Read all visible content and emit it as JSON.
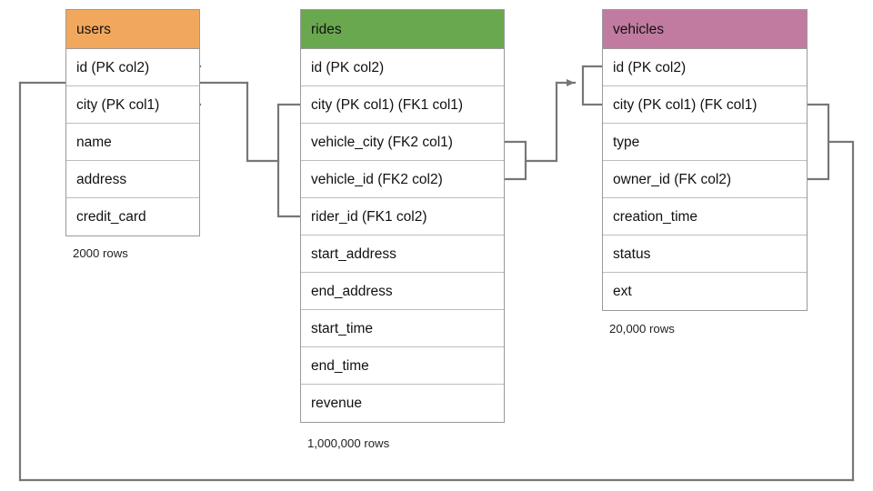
{
  "diagram": {
    "kind": "entity-relationship-diagram",
    "background": "#ffffff",
    "line_color": "#777777",
    "border_color": "#9a9a9a"
  },
  "entities": [
    {
      "name": "users",
      "header_color": "#f2a85c",
      "row_count_label": "2000 rows",
      "fields": [
        {
          "label": "id (PK col2)"
        },
        {
          "label": "city (PK col1)"
        },
        {
          "label": "name"
        },
        {
          "label": "address"
        },
        {
          "label": "credit_card"
        }
      ]
    },
    {
      "name": "rides",
      "header_color": "#6aa84f",
      "row_count_label": "1,000,000 rows",
      "fields": [
        {
          "label": "id (PK col2)"
        },
        {
          "label": "city (PK col1) (FK1 col1)"
        },
        {
          "label": "vehicle_city (FK2 col1)"
        },
        {
          "label": "vehicle_id (FK2 col2)"
        },
        {
          "label": "rider_id (FK1 col2)"
        },
        {
          "label": "start_address"
        },
        {
          "label": "end_address"
        },
        {
          "label": "start_time"
        },
        {
          "label": "end_time"
        },
        {
          "label": "revenue"
        }
      ]
    },
    {
      "name": "vehicles",
      "header_color": "#c27ba0",
      "row_count_label": "20,000 rows",
      "fields": [
        {
          "label": "id (PK col2)"
        },
        {
          "label": "city (PK col1) (FK col1)"
        },
        {
          "label": "type"
        },
        {
          "label": "owner_id (FK col2)"
        },
        {
          "label": "creation_time"
        },
        {
          "label": "status"
        },
        {
          "label": "ext"
        }
      ]
    }
  ],
  "relationships": [
    {
      "name": "rides-fk1-to-users",
      "from_entity": "rides",
      "from_fields": [
        "city (PK col1) (FK1 col1)",
        "rider_id (FK1 col2)"
      ],
      "to_entity": "users",
      "to_fields": [
        "id (PK col2)",
        "city (PK col1)"
      ],
      "arrow": "to-users"
    },
    {
      "name": "rides-fk2-to-vehicles",
      "from_entity": "rides",
      "from_fields": [
        "vehicle_city (FK2 col1)",
        "vehicle_id (FK2 col2)"
      ],
      "to_entity": "vehicles",
      "to_fields": [
        "id (PK col2)",
        "city (PK col1) (FK col1)"
      ],
      "arrow": "to-vehicles"
    },
    {
      "name": "vehicles-fk-to-users",
      "from_entity": "vehicles",
      "from_fields": [
        "city (PK col1) (FK col1)",
        "owner_id (FK col2)"
      ],
      "to_entity": "users",
      "to_fields": [
        "id (PK col2)",
        "city (PK col1)"
      ],
      "arrow": "to-users"
    }
  ]
}
